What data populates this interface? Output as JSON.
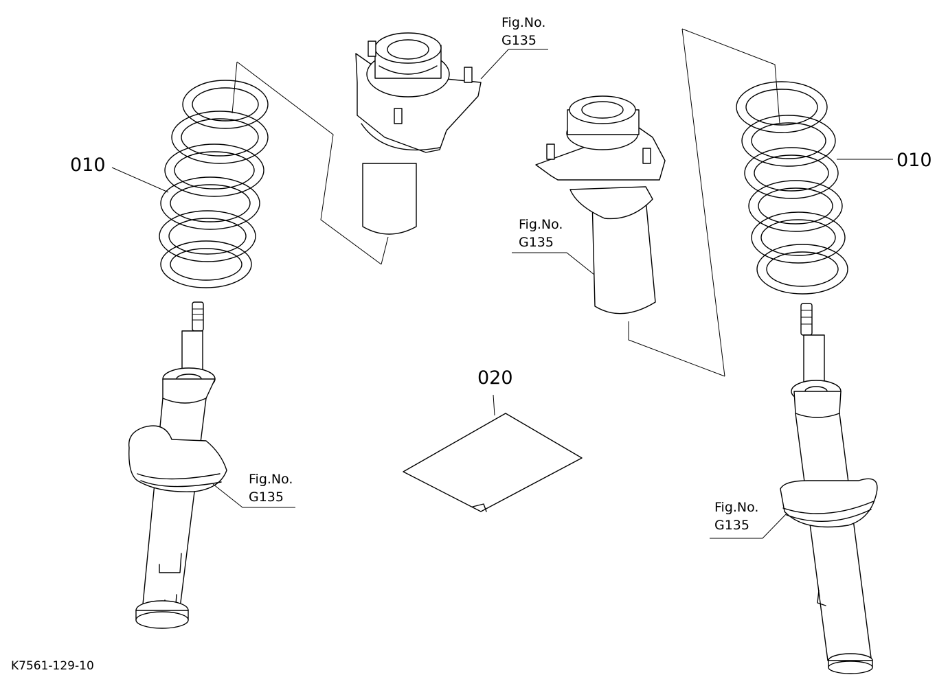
{
  "labels": {
    "part_010_left": "010",
    "part_010_right": "010",
    "part_020": "020",
    "drawing_number": "K7561-129-10"
  },
  "fig_refs": {
    "top_mount": {
      "line1": "Fig.No.",
      "line2": "G135"
    },
    "mid_mount": {
      "line1": "Fig.No.",
      "line2": "G135"
    },
    "left_seat": {
      "line1": "Fig.No.",
      "line2": "G135"
    },
    "right_seat": {
      "line1": "Fig.No.",
      "line2": "G135"
    }
  }
}
